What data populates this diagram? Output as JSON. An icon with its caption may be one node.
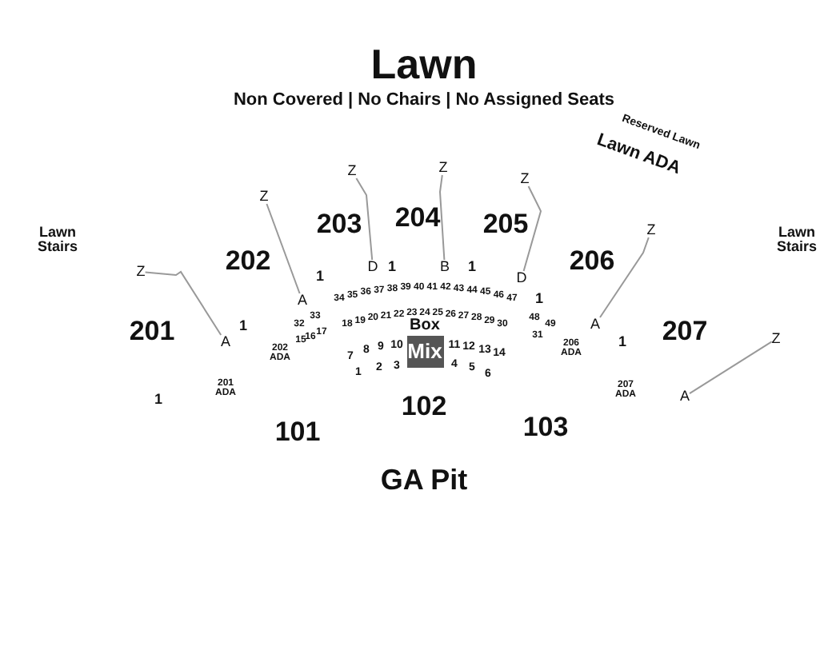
{
  "diagram": {
    "title": "Lawn",
    "nodes": [
      {
        "text": [
          "Mix"
        ],
        "beside": [
          "Box"
        ]
      },
      {
        "text": [
          "Z"
        ]
      },
      {
        "text": [
          "A"
        ]
      },
      {
        "text": [
          "Z"
        ]
      },
      {
        "text": [
          "A"
        ]
      },
      {
        "text": [
          "Z"
        ]
      },
      {
        "text": [
          "D"
        ]
      },
      {
        "text": [
          "Z"
        ]
      },
      {
        "text": [
          "B"
        ]
      },
      {
        "text": [
          "Z"
        ]
      },
      {
        "text": [
          "D"
        ]
      },
      {
        "text": [
          "Z"
        ]
      },
      {
        "text": [
          "A"
        ]
      },
      {
        "text": [
          "Z"
        ]
      },
      {
        "text": [
          "A"
        ]
      }
    ],
    "edges": [
      {
        "from": 1,
        "to": 2,
        "arrow": "none"
      },
      {
        "from": 3,
        "to": 4,
        "arrow": "none"
      },
      {
        "from": 5,
        "to": 6,
        "arrow": "none"
      },
      {
        "from": 7,
        "to": 8,
        "arrow": "none"
      },
      {
        "from": 9,
        "to": 10,
        "arrow": "none"
      },
      {
        "from": 11,
        "to": 12,
        "arrow": "none"
      },
      {
        "from": 13,
        "to": 14,
        "arrow": "none"
      }
    ],
    "labels": [
      "Non Covered | No Chairs | No Assigned Seats",
      "Reserved Lawn",
      "Lawn ADA",
      "Lawn Stairs",
      "Lawn Stairs",
      "203",
      "204",
      "205",
      "202",
      "206",
      "201",
      "207",
      "1",
      "1",
      "1",
      "1",
      "1",
      "1",
      "1",
      "34",
      "35",
      "36",
      "37",
      "38",
      "39",
      "40",
      "41",
      "42",
      "43",
      "44",
      "45",
      "46",
      "47",
      "32",
      "33",
      "18",
      "19",
      "20",
      "21",
      "22",
      "23",
      "24",
      "25",
      "26",
      "27",
      "28",
      "29",
      "30",
      "48",
      "49",
      "15",
      "16",
      "17",
      "31",
      "202 ADA",
      "206 ADA",
      "7",
      "8",
      "9",
      "10",
      "11",
      "12",
      "13",
      "14",
      "1",
      "2",
      "3",
      "4",
      "5",
      "6",
      "201 ADA",
      "207 ADA",
      "101",
      "102",
      "103",
      "GA Pit"
    ]
  }
}
